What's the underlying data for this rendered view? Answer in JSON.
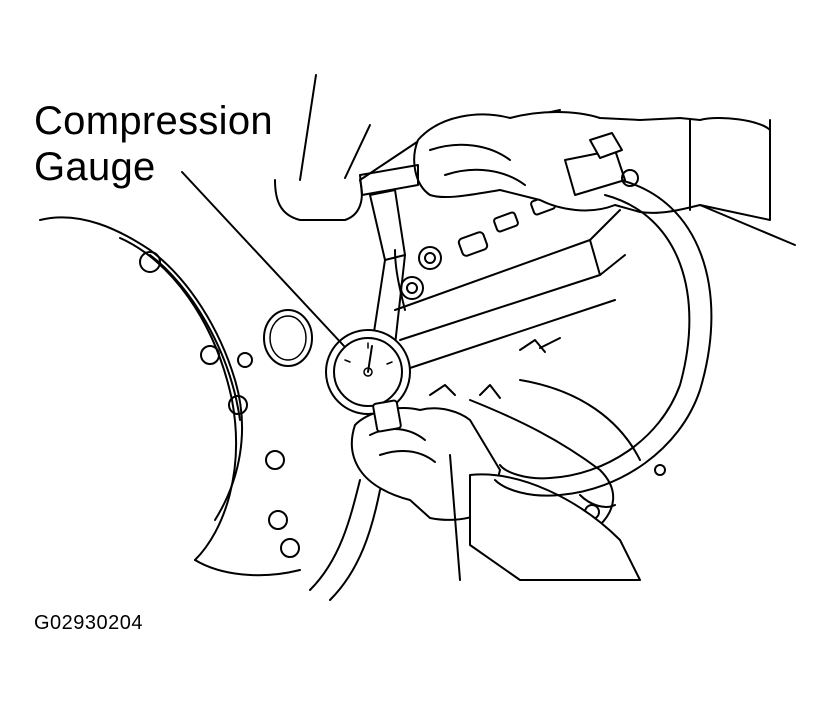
{
  "figure": {
    "callout_label_lines": [
      "Compression",
      "Gauge"
    ],
    "figure_id": "G02930204"
  },
  "icons": {
    "gauge": "compression-gauge-icon",
    "engine": "engine-block-illustration",
    "hose": "air-hose-illustration",
    "hands": "technician-hands-illustration"
  },
  "colors": {
    "line": "#000000",
    "background": "#ffffff"
  }
}
